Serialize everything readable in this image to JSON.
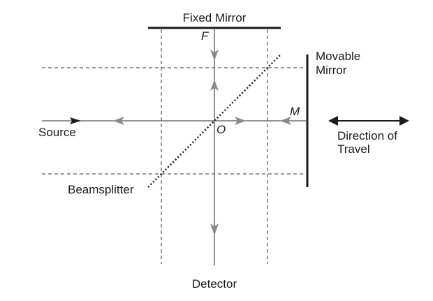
{
  "labels": {
    "fixed_mirror": "Fixed Mirror",
    "movable_mirror_line1": "Movable",
    "movable_mirror_line2": "Mirror",
    "source": "Source",
    "beamsplitter": "Beamsplitter",
    "detector": "Detector",
    "direction_line1": "Direction of",
    "direction_line2": "Travel",
    "point_f": "F",
    "point_m": "M",
    "point_o": "O"
  },
  "colors": {
    "line": "#1a1a1a",
    "dashed": "#333333",
    "arrow_gray": "#8a8a8a"
  }
}
